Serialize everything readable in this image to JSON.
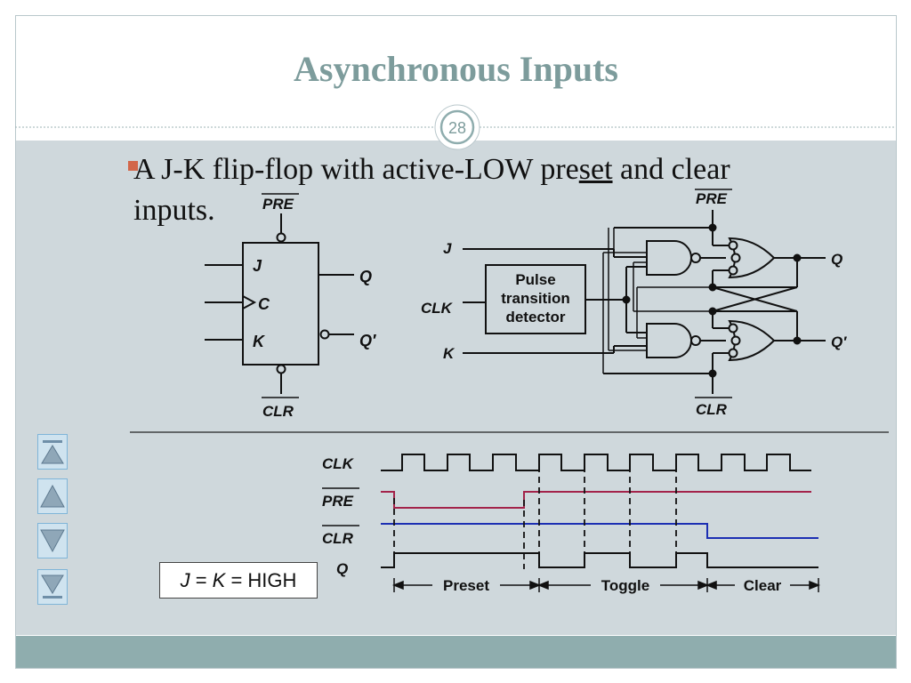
{
  "slide": {
    "title": "Asynchronous Inputs",
    "page_number": "28",
    "bullet_line1_prefix": "A J-K flip-flop with active-LOW pre",
    "bullet_line1_underline": "set",
    "bullet_line1_suffix": " and clear",
    "bullet_line2": "inputs.",
    "formula_j": "J",
    "formula_eq1": " = ",
    "formula_k": "K",
    "formula_eq2": " = HIGH"
  },
  "symbol": {
    "pre_label": "PRE",
    "clr_label": "CLR",
    "j_label": "J",
    "c_label": "C",
    "k_label": "K",
    "q_label": "Q",
    "qn_label": "Q′"
  },
  "logic": {
    "j_label": "J",
    "clk_label": "CLK",
    "k_label": "K",
    "ptd_line1": "Pulse",
    "ptd_line2": "transition",
    "ptd_line3": "detector",
    "pre_label": "PRE",
    "clr_label": "CLR",
    "q_label": "Q",
    "qn_label": "Q′"
  },
  "timing": {
    "clk_label": "CLK",
    "pre_label": "PRE",
    "clr_label": "CLR",
    "q_label": "Q",
    "preset_label": "Preset",
    "toggle_label": "Toggle",
    "clear_label": "Clear",
    "pre_color": "#a3234a",
    "clr_color": "#1c2fb3"
  },
  "nav": {
    "first_icon": "first-slide-icon",
    "prev_icon": "previous-slide-icon",
    "next_icon": "next-slide-icon",
    "last_icon": "last-slide-icon"
  },
  "colors": {
    "title": "#7d9c9c",
    "content_bg": "#cfd8dc",
    "footer": "#8fadae",
    "bullet": "#d2674a"
  }
}
